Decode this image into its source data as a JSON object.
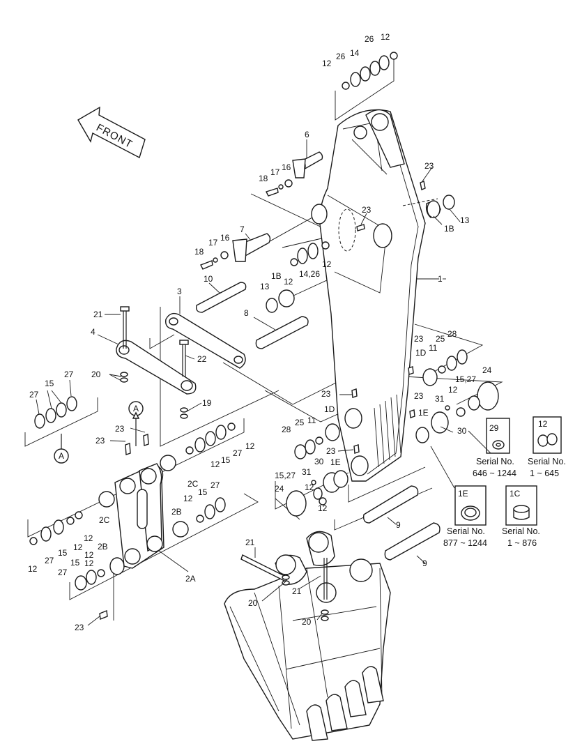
{
  "front_arrow": "FRONT",
  "detail_ref": "A",
  "serial_prefix": "Serial No.",
  "serial_boxes": [
    {
      "part": "29",
      "range": "646 ~ 1244"
    },
    {
      "part": "12",
      "range": "1 ~ 645"
    },
    {
      "part": "1E",
      "range": "877 ~ 1244"
    },
    {
      "part": "1C",
      "range": "1 ~ 876"
    }
  ],
  "labels": {
    "l_26a": "26",
    "l_12a": "12",
    "l_26b": "26",
    "l_14a": "14",
    "l_12b": "12",
    "l_6": "6",
    "l_18a": "18",
    "l_17a": "17",
    "l_16a": "16",
    "l_23a": "23",
    "l_23b": "23",
    "l_1B_a": "1B",
    "l_13a": "13",
    "l_7": "7",
    "l_16b": "16",
    "l_17b": "17",
    "l_18b": "18",
    "l_12c": "12",
    "l_14_26": "14,26",
    "l_1B_b": "1B",
    "l_12d": "12",
    "l_13b": "13",
    "l_1": "1",
    "l_10": "10",
    "l_3": "3",
    "l_8": "8",
    "l_21a": "21",
    "l_4": "4",
    "l_22": "22",
    "l_20a": "20",
    "l_19": "19",
    "l_27a": "27",
    "l_15a": "15",
    "l_27b": "27",
    "l_A_a": "A",
    "l_A_b": "A",
    "l_23c": "23",
    "l_1D_a": "1D",
    "l_11a": "11",
    "l_25a": "25",
    "l_28a": "28",
    "l_24a": "24",
    "l_15_27a": "15,27",
    "l_12e": "12",
    "l_23d": "23",
    "l_23e": "23",
    "l_31a": "31",
    "l_1E_a": "1E",
    "l_30a": "30",
    "l_23f": "23",
    "l_23g": "23",
    "l_12f": "12",
    "l_27c": "27",
    "l_15b": "15",
    "l_12g": "12",
    "l_1D_b": "1D",
    "l_11b": "11",
    "l_25b": "25",
    "l_28b": "28",
    "l_23h": "23",
    "l_30b": "30",
    "l_1E_b": "1E",
    "l_15_27b": "15,27",
    "l_31b": "31",
    "l_24b": "24",
    "l_12h": "12",
    "l_12i": "12",
    "l_2C_a": "2C",
    "l_12j": "12",
    "l_15c": "15",
    "l_27d": "27",
    "l_2C_b": "2C",
    "l_2B_a": "2B",
    "l_12k": "12",
    "l_12l": "12",
    "l_15d": "15",
    "l_27e": "27",
    "l_12m": "12",
    "l_12n": "12",
    "l_2B_b": "2B",
    "l_27f": "27",
    "l_15e": "15",
    "l_12o": "12",
    "l_2A": "2A",
    "l_23i": "23",
    "l_9a": "9",
    "l_9b": "9",
    "l_21b": "21",
    "l_21c": "21",
    "l_20b": "20",
    "l_20c": "20"
  }
}
